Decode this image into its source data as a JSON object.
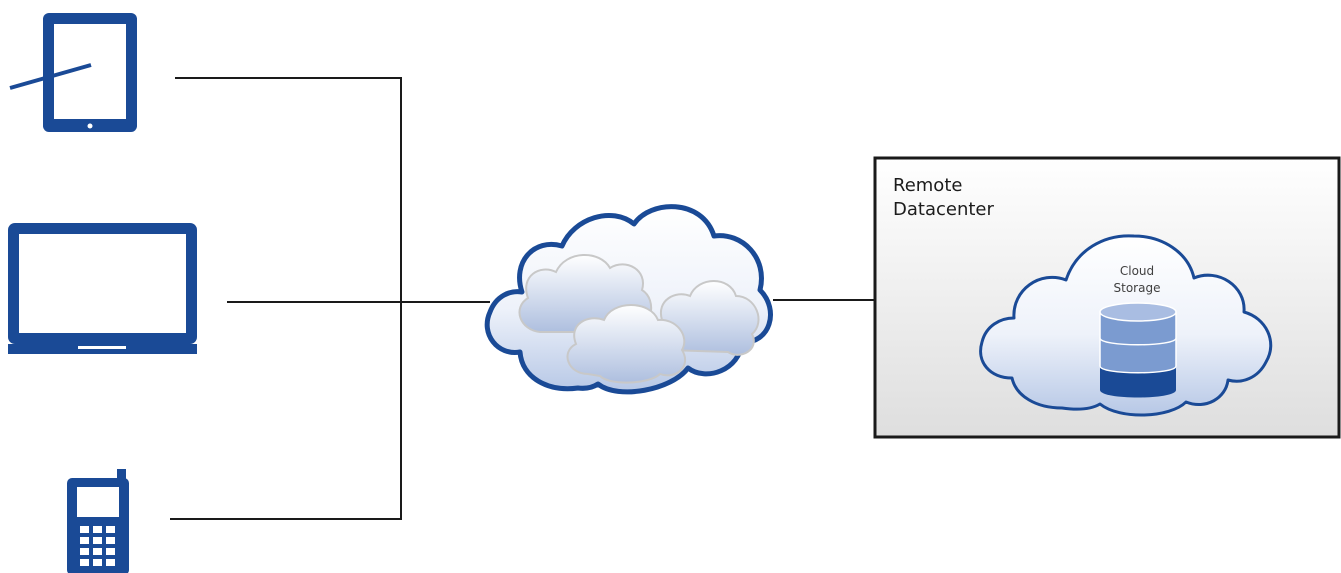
{
  "datacenter": {
    "label_line1": "Remote",
    "label_line2": "Datacenter"
  },
  "storage": {
    "label_line1": "Cloud",
    "label_line2": "Storage"
  },
  "colors": {
    "device_blue": "#1a4a96",
    "cloud_outline": "#1a4a96",
    "db_light": "#7b9bd0",
    "db_dark": "#1a4a96"
  },
  "icons": [
    "tablet-icon",
    "laptop-icon",
    "mobile-phone-icon",
    "internet-cloud-icon",
    "cloud-storage-icon",
    "database-icon"
  ]
}
